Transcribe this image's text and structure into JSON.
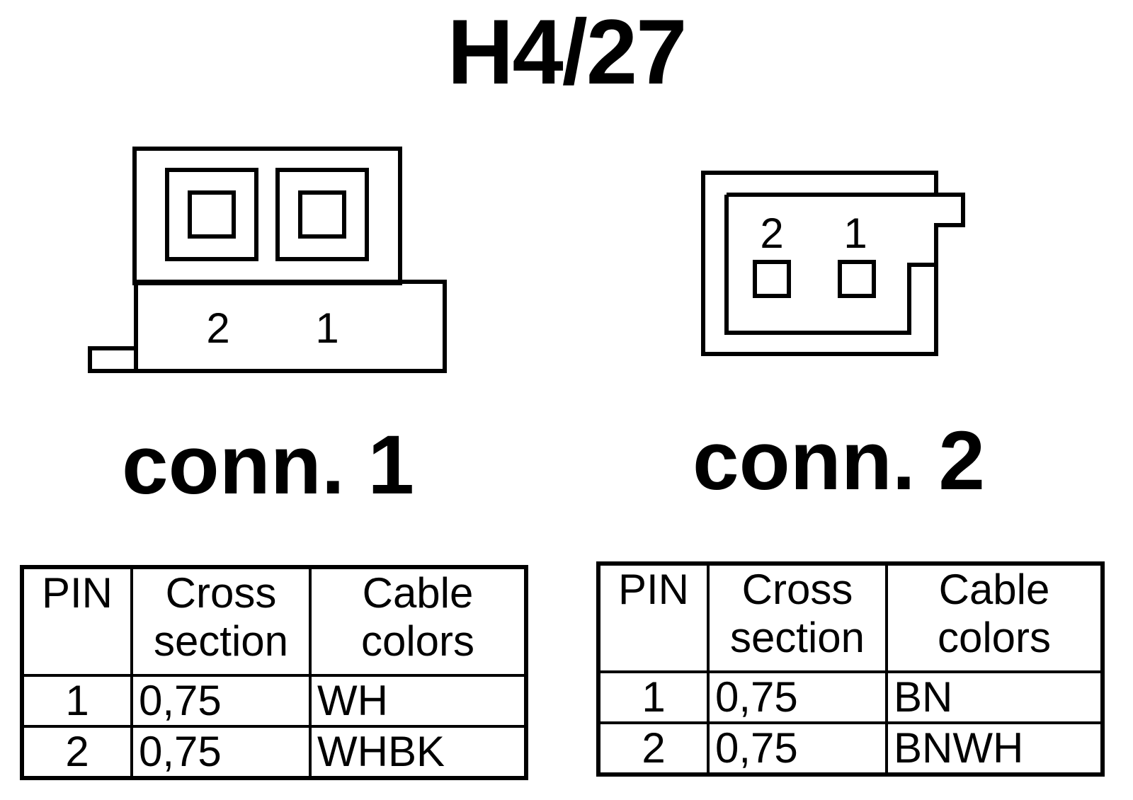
{
  "title": "H4/27",
  "connectors": [
    {
      "label": "conn. 1",
      "pin_labels": [
        "2",
        "1"
      ],
      "table": {
        "headers": {
          "pin": "PIN",
          "cross_line1": "Cross",
          "cross_line2": "section",
          "color_line1": "Cable",
          "color_line2": "colors"
        },
        "rows": [
          {
            "pin": "1",
            "cross": "0,75",
            "color": "WH"
          },
          {
            "pin": "2",
            "cross": "0,75",
            "color": "WHBK"
          }
        ]
      }
    },
    {
      "label": "conn. 2",
      "pin_labels": [
        "2",
        "1"
      ],
      "table": {
        "headers": {
          "pin": "PIN",
          "cross_line1": "Cross",
          "cross_line2": "section",
          "color_line1": "Cable",
          "color_line2": "colors"
        },
        "rows": [
          {
            "pin": "1",
            "cross": "0,75",
            "color": "BN"
          },
          {
            "pin": "2",
            "cross": "0,75",
            "color": "BNWH"
          }
        ]
      }
    }
  ]
}
